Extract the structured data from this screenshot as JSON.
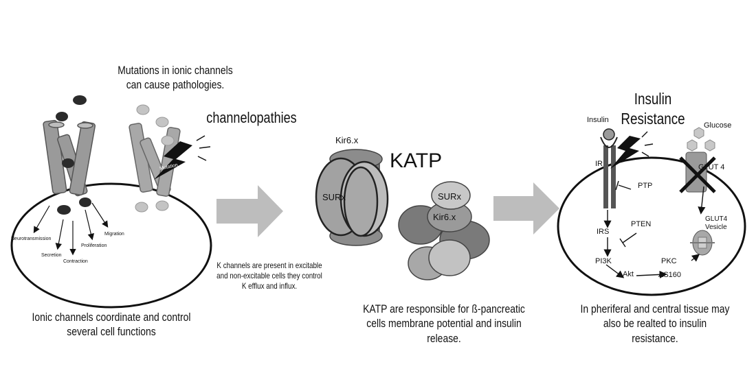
{
  "panel1": {
    "mutation_note": "Mutations in ionic channels can cause pathologies.",
    "channelopathies": "channelopathies",
    "mutation_tag": "Mutation",
    "functions": [
      "Neurotransmission",
      "Secretion",
      "Contraction",
      "Proliferation",
      "Migration"
    ],
    "caption": "Ionic channels  coordinate and control several cell functions"
  },
  "panel2": {
    "kir_label": "Kir6.x",
    "sur_label": "SURx",
    "katp_title": "KATP",
    "small_sur": "SURx",
    "small_kir": "Kir6.x",
    "k_note": "K channels are present in excitable and non-excitable cells they control K efflux and influx.",
    "caption": "KATP are responsible for  ß-pancreatic cells membrane potential and insulin release."
  },
  "panel3": {
    "title": "Insulin Resistance",
    "insulin": "Insulin",
    "glucose": "Glucose",
    "ir": "IR",
    "glut4": "GLUT 4",
    "ptp": "PTP",
    "irs": "IRS",
    "pten": "PTEN",
    "glut4_vesicle": "GLUT4 Vesicle",
    "pi3k": "PI3K",
    "akt": "Akt",
    "pkc": "PKC",
    "as160": "AS160",
    "caption": "In pheriferal and central  tissue may also be realted to insulin resistance."
  },
  "colors": {
    "channel_fill": "#9a9a9a",
    "light_gray": "#c4c4c4",
    "dark_gray": "#6c6c6c",
    "ion_dark": "#2b2b2b",
    "arrow": "#bdbdbd"
  }
}
